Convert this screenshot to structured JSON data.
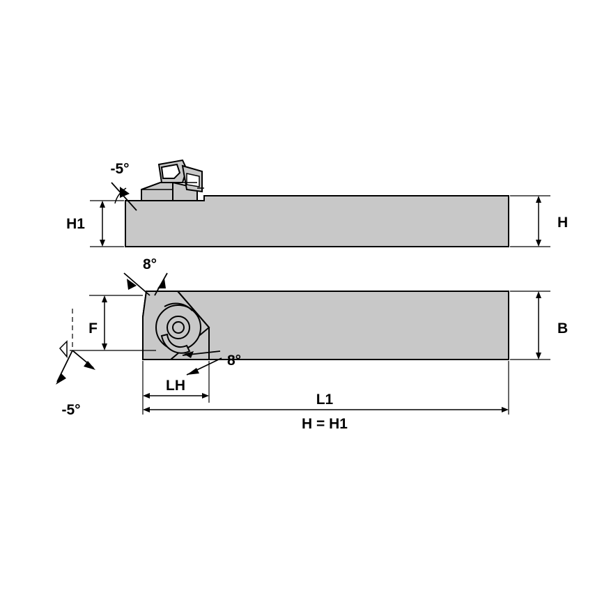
{
  "diagram": {
    "title": "Turning toolholder dimensional drawing",
    "type": "technical-drawing",
    "colors": {
      "body_fill": "#c8c8c8",
      "line": "#000000",
      "background": "#ffffff"
    },
    "views": [
      {
        "name": "side-view",
        "labels": [
          "H1",
          "H",
          "-5°"
        ]
      },
      {
        "name": "top-view",
        "labels": [
          "8°",
          "8°",
          "F",
          "B",
          "LH",
          "L1",
          "-5°",
          "H = H1"
        ]
      }
    ],
    "labels": {
      "h1": "H1",
      "h": "H",
      "angle_neg5_top": "-5°",
      "angle8_upper": "8°",
      "angle8_lower": "8°",
      "f": "F",
      "b": "B",
      "lh": "LH",
      "l1": "L1",
      "angle_neg5_bottom": "-5°",
      "h_equals_h1": "H = H1"
    }
  }
}
